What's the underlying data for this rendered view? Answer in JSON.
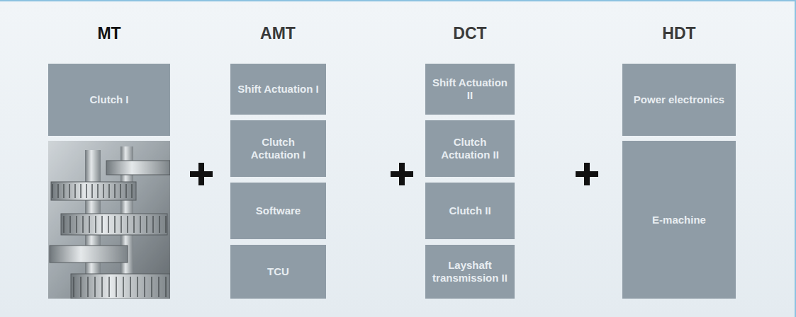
{
  "diagram": {
    "nodes": [
      {
        "text": [
          "Clutch I"
        ]
      },
      {
        "text": [
          "Shift Actuation I"
        ]
      },
      {
        "text": [
          "Clutch Actuation I"
        ]
      },
      {
        "text": [
          "Software"
        ]
      },
      {
        "text": [
          "TCU"
        ]
      },
      {
        "text": [
          "Shift Actuation II"
        ]
      },
      {
        "text": [
          "Clutch Actuation II"
        ]
      },
      {
        "text": [
          "Clutch II"
        ]
      },
      {
        "text": [
          "Layshaft transmission II"
        ]
      },
      {
        "text": [
          "Power electronics"
        ]
      },
      {
        "text": [
          "E-machine"
        ]
      }
    ],
    "labels": [
      "MT",
      "AMT",
      "DCT",
      "HDT"
    ]
  }
}
